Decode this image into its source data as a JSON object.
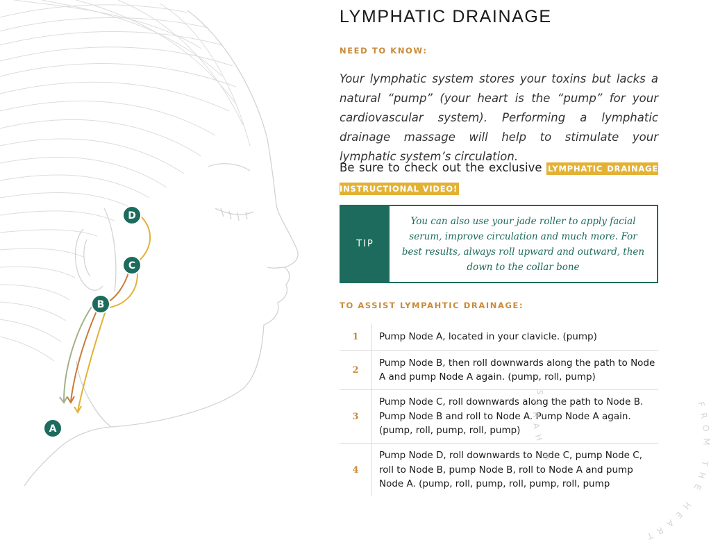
{
  "page": {
    "title": "LYMPHATIC DRAINAGE",
    "need_heading": "NEED TO KNOW:",
    "intro": "Your lymphatic system stores your toxins but lacks a natural “pump” (your heart is the “pump” for your cardiovascular system). Performing a lymphatic drainage massage will help to stimulate your lymphatic system’s circulation.",
    "checkout_prefix": "Be sure to check out the exclusive ",
    "video_link": "LYMPHATIC DRAINAGE INSTRUCTIONAL VIDEO!"
  },
  "tip": {
    "label": "TIP",
    "text": "You can also use your jade roller to apply facial serum, improve circulation and much more. For best results, always roll upward and outward, then down to the collar bone"
  },
  "assist": {
    "heading": "TO ASSIST LYMPAHTIC DRAINAGE:",
    "steps": [
      {
        "num": "1",
        "text": "Pump Node A, located in your clavicle. (pump)"
      },
      {
        "num": "2",
        "text": "Pump Node B, then roll downwards along the path to Node A and pump Node A again. (pump, roll, pump)"
      },
      {
        "num": "3",
        "text": "Pump Node C, roll downwards along the path to Node B. Pump Node B and roll to Node A. Pump Node A again. (pump, roll, pump, roll, pump)"
      },
      {
        "num": "4",
        "text": "Pump Node D, roll downwards to Node C, pump Node C, roll to Node B, pump Node B, roll to Node A and pump Node A. (pump, roll, pump, roll, pump, roll, pump"
      }
    ]
  },
  "illustration": {
    "nodes": {
      "a": "A",
      "b": "B",
      "c": "C",
      "d": "D"
    },
    "colors": {
      "node": "#1d6b5c",
      "path_d_to_c": "#e3b234",
      "path_c_to_b": "#c97a3a",
      "path_b_to_a_1": "#a3b08c",
      "path_b_to_a_2": "#c97a3a",
      "path_b_to_a_3": "#e3b234",
      "face_line": "#d3d3d3"
    }
  },
  "watermark": {
    "left": "SARAH HANNA",
    "right": "FROM THE HEART"
  },
  "colors": {
    "accent_teal": "#1d6b5c",
    "accent_gold": "#c98a38",
    "highlight": "#e3b234"
  }
}
